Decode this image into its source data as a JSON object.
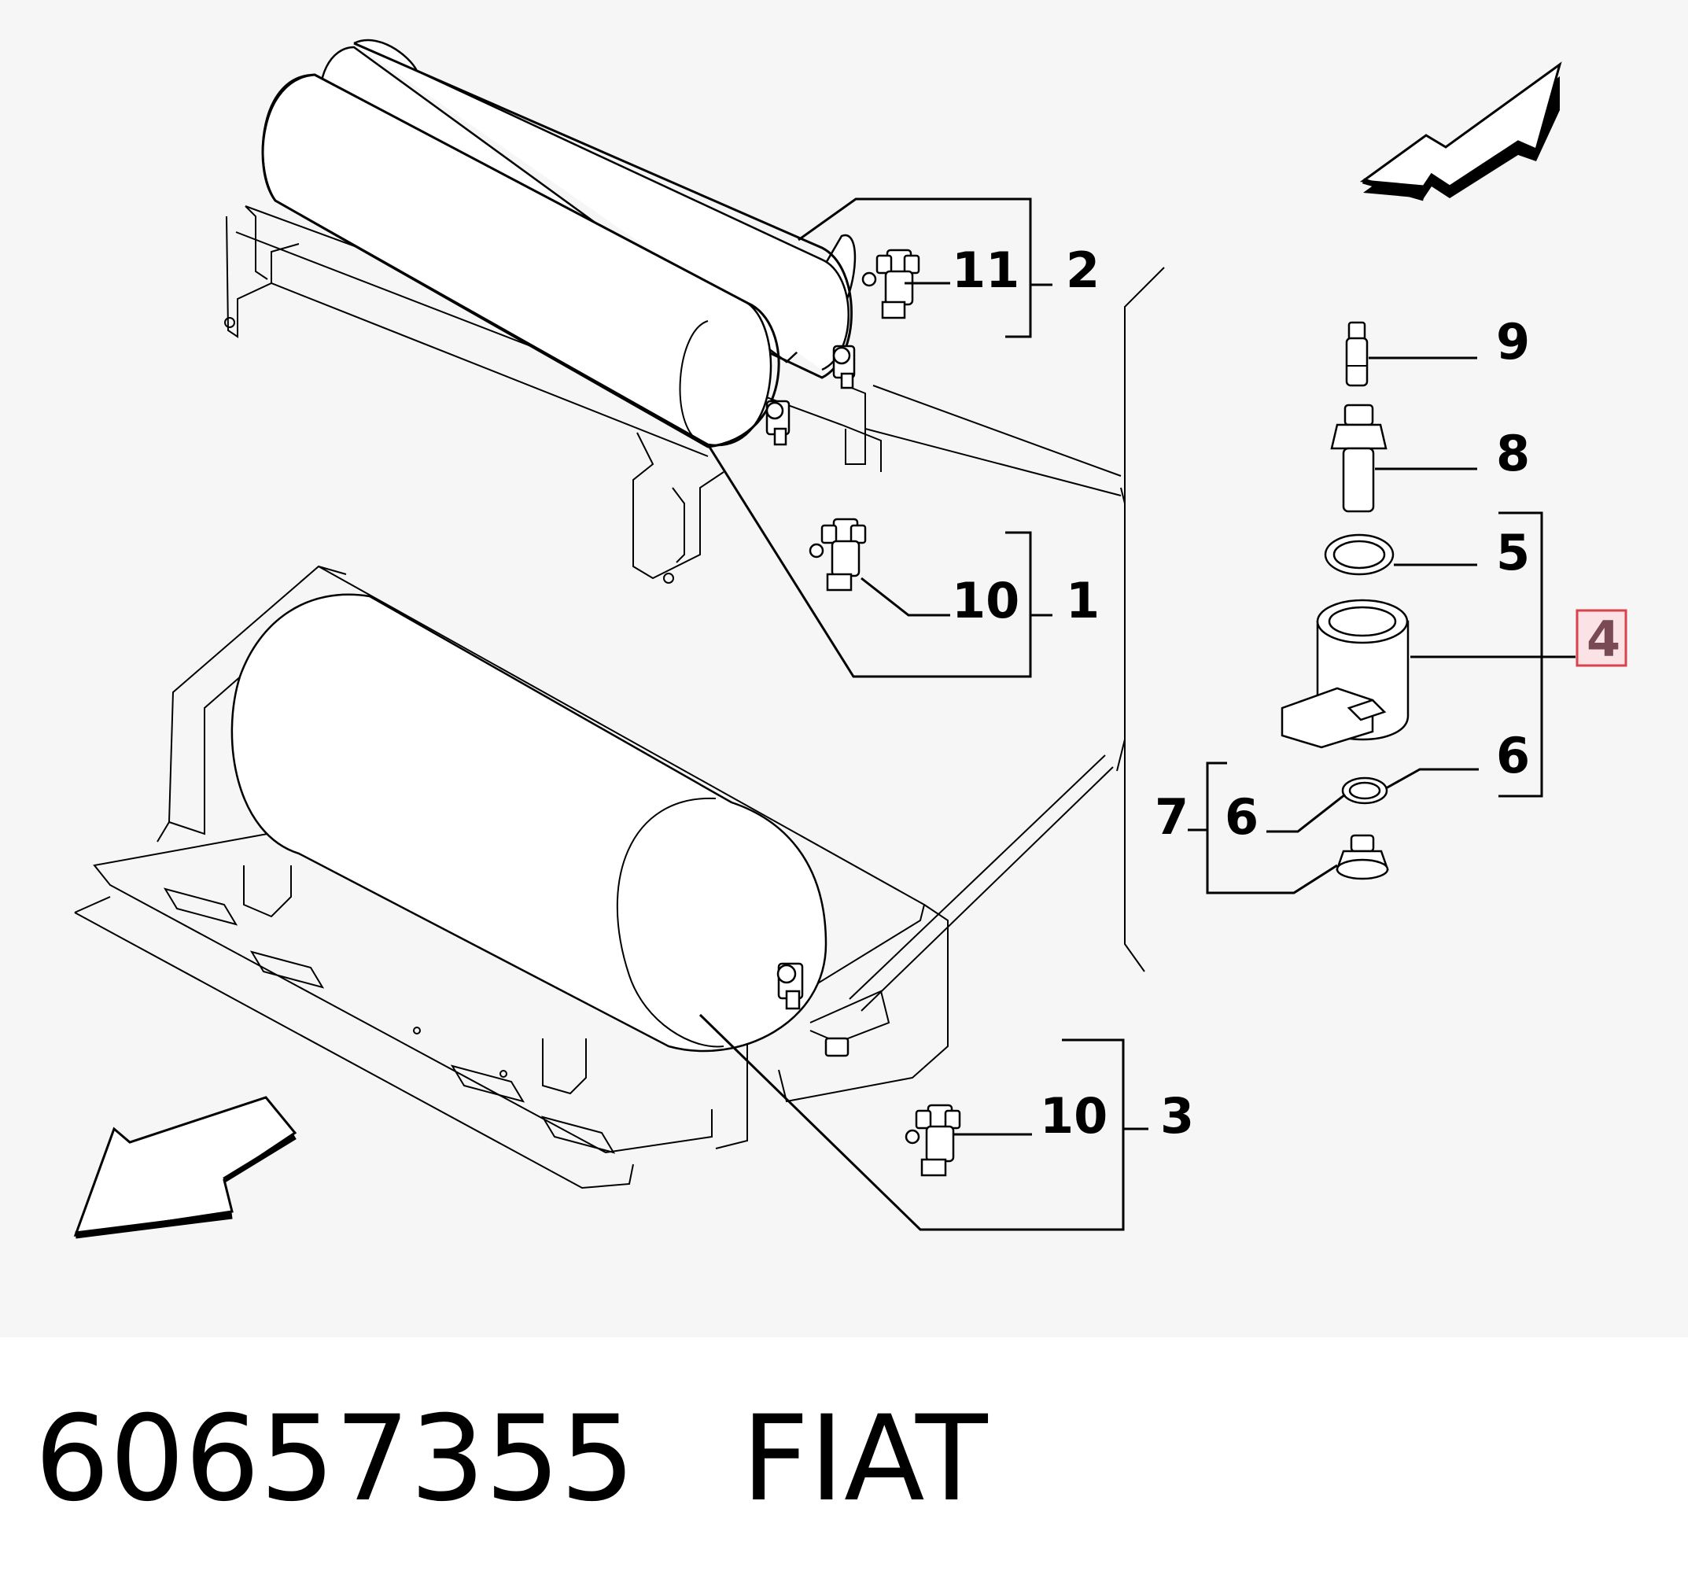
{
  "diagram": {
    "labels": {
      "l1": "1",
      "l2": "2",
      "l3": "3",
      "l4": "4",
      "l5": "5",
      "l6a": "6",
      "l6b": "6",
      "l7": "7",
      "l8": "8",
      "l9": "9",
      "l10a": "10",
      "l10b": "10",
      "l11": "11"
    },
    "highlight_color": "#d9434c",
    "highlight_fill": "#fbe3e5"
  },
  "caption": {
    "part_number": "60657355",
    "brand": "FIAT"
  }
}
